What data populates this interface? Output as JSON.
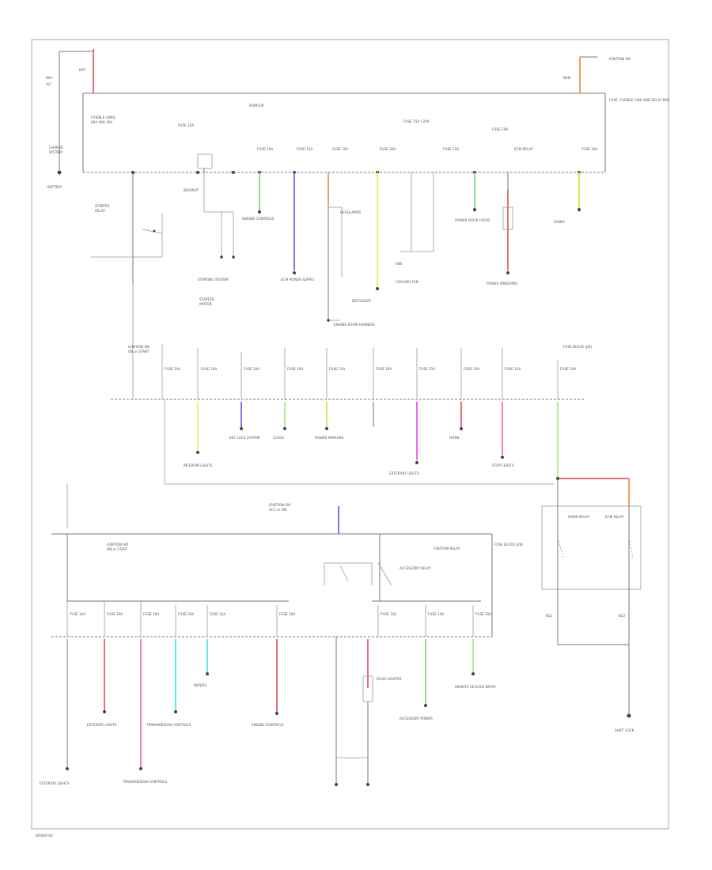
{
  "diagram": {
    "footer_code": "W0000-00",
    "battery_label": "BATTERY",
    "top_panel_label": "FUSE, FUSIBLE LINK AND RELAY BOX",
    "mid_panel_label": "FUSE BLOCK (J/B)",
    "lower_panel_label": "FUSE BLOCK (J/B)",
    "ignition_relay_label": "IGNITION RELAY",
    "accessory_relay_label": "ACCESSORY RELAY",
    "horn_relay_label": "HORN RELAY",
    "ecm_relay_label": "ECM RELAY",
    "wire_colors": {
      "red": "#e8707a",
      "pink": "#f08a9a",
      "orange": "#f0a060",
      "green": "#8ee08e",
      "lightgreen": "#b8ec8c",
      "blue": "#7878ee",
      "yellow": "#f4f070",
      "lime": "#c8f060",
      "magenta": "#ee66ee",
      "cyan": "#66e8e8",
      "peach": "#f8b090",
      "gray": "#999999"
    },
    "top_loads": [
      {
        "name": "STARTING SYSTEM",
        "color": "peach"
      },
      {
        "name": "ENGINE CONTROLS",
        "color": "green"
      },
      {
        "name": "ECM POWER SUPPLY",
        "color": "blue"
      },
      {
        "name": "HEADLAMPS",
        "color": "gray"
      },
      {
        "name": "DEFOGGER",
        "color": "yellow"
      },
      {
        "name": "ABS",
        "color": "gray"
      },
      {
        "name": "COOLING FAN",
        "color": "gray"
      },
      {
        "name": "POWER DOOR LOCKS",
        "color": "green"
      },
      {
        "name": "POWER WINDOWS",
        "color": "red"
      },
      {
        "name": "AUDIO",
        "color": "lime"
      }
    ],
    "mid_loads": [
      {
        "name": "INTERIOR LIGHTS",
        "color": "yellow"
      },
      {
        "name": "KEY LOCK SYSTEM",
        "color": "blue"
      },
      {
        "name": "CLOCK",
        "color": "lightgreen"
      },
      {
        "name": "POWER MIRRORS",
        "color": "lime"
      },
      {
        "name": "EXTERIOR LIGHTS",
        "color": "magenta"
      },
      {
        "name": "HORN",
        "color": "red"
      },
      {
        "name": "STOP LIGHTS",
        "color": "pink"
      },
      {
        "name": "SHIFT LOCK",
        "color": "lightgreen"
      }
    ],
    "lower_loads": [
      {
        "name": "EXTERIOR LIGHTS",
        "color": "red"
      },
      {
        "name": "TRANSMISSION CONTROLS",
        "color": "red"
      },
      {
        "name": "TRANSMISSION CONTROLS",
        "color": "cyan"
      },
      {
        "name": "WIPERS",
        "color": "cyan"
      },
      {
        "name": "ENGINE CONTROLS",
        "color": "red"
      },
      {
        "name": "CIGAR LIGHTER",
        "color": "red"
      },
      {
        "name": "ACCESSORY POWER",
        "color": "green"
      },
      {
        "name": "REMOTE KEYLESS ENTRY",
        "color": "green"
      }
    ]
  }
}
